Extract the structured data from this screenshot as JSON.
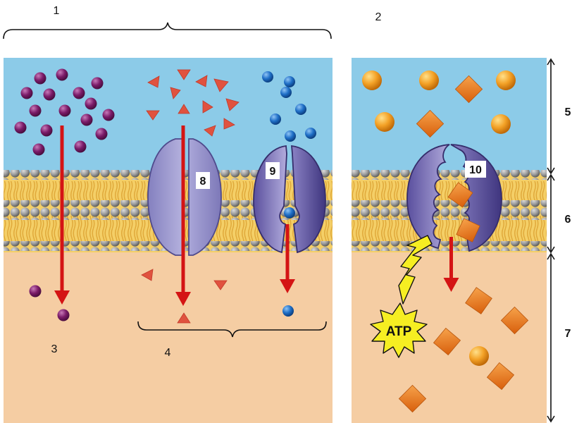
{
  "labels": {
    "l1": "1",
    "l2": "2",
    "l3": "3",
    "l4": "4",
    "l5": "5",
    "l6": "6",
    "l7": "7",
    "l8": "8",
    "l9": "9",
    "l10": "10"
  },
  "atp_label": "ATP",
  "colors": {
    "extracellular": "#8ccbe8",
    "cytoplasm": "#f5cda3",
    "phospholipid_head": "#9a9a9a",
    "lipid_tail": "#f2c757",
    "arrow": "#d41414",
    "purple_particle": "#7b1c69",
    "red_triangle": "#e0523f",
    "blue_particle": "#1f6fc7",
    "orange_sphere": "#f3a126",
    "orange_square": "#e8761a",
    "channel_protein": "#9e9bd0",
    "carrier_protein": "#6e66b0",
    "atp_burst": "#f6ee22"
  },
  "icons": [
    "atp-burst-icon",
    "energy-bolt-icon"
  ]
}
